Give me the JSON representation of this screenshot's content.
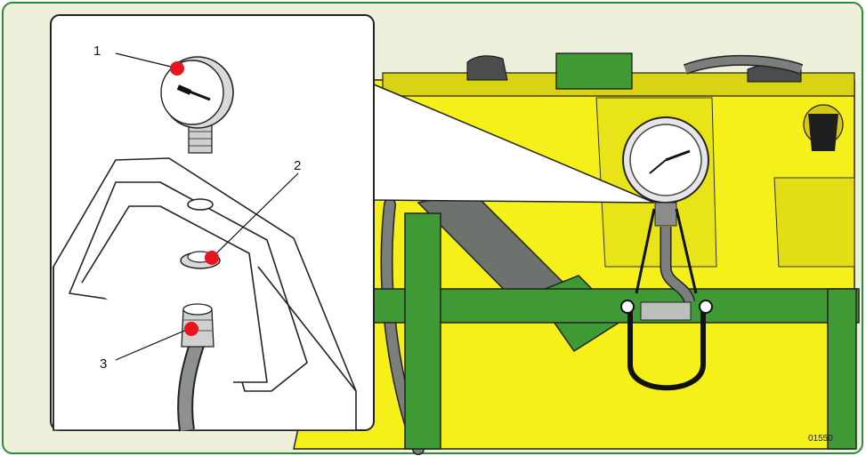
{
  "figure": {
    "id_label": "01550",
    "callouts": [
      {
        "number": "1",
        "part": "gauge"
      },
      {
        "number": "2",
        "part": "bracket-port"
      },
      {
        "number": "3",
        "part": "hose-fitting"
      }
    ]
  },
  "colors": {
    "frame_border": "#2e8b3a",
    "frame_bg": "#eef0dc",
    "tank_yellow": "#f6f01a",
    "bar_green": "#3f9a36",
    "hose_gray": "#7b7f7c",
    "callout_dot": "#e8141e"
  },
  "icons": [
    "pressure-gauge-icon",
    "hose-icon"
  ]
}
